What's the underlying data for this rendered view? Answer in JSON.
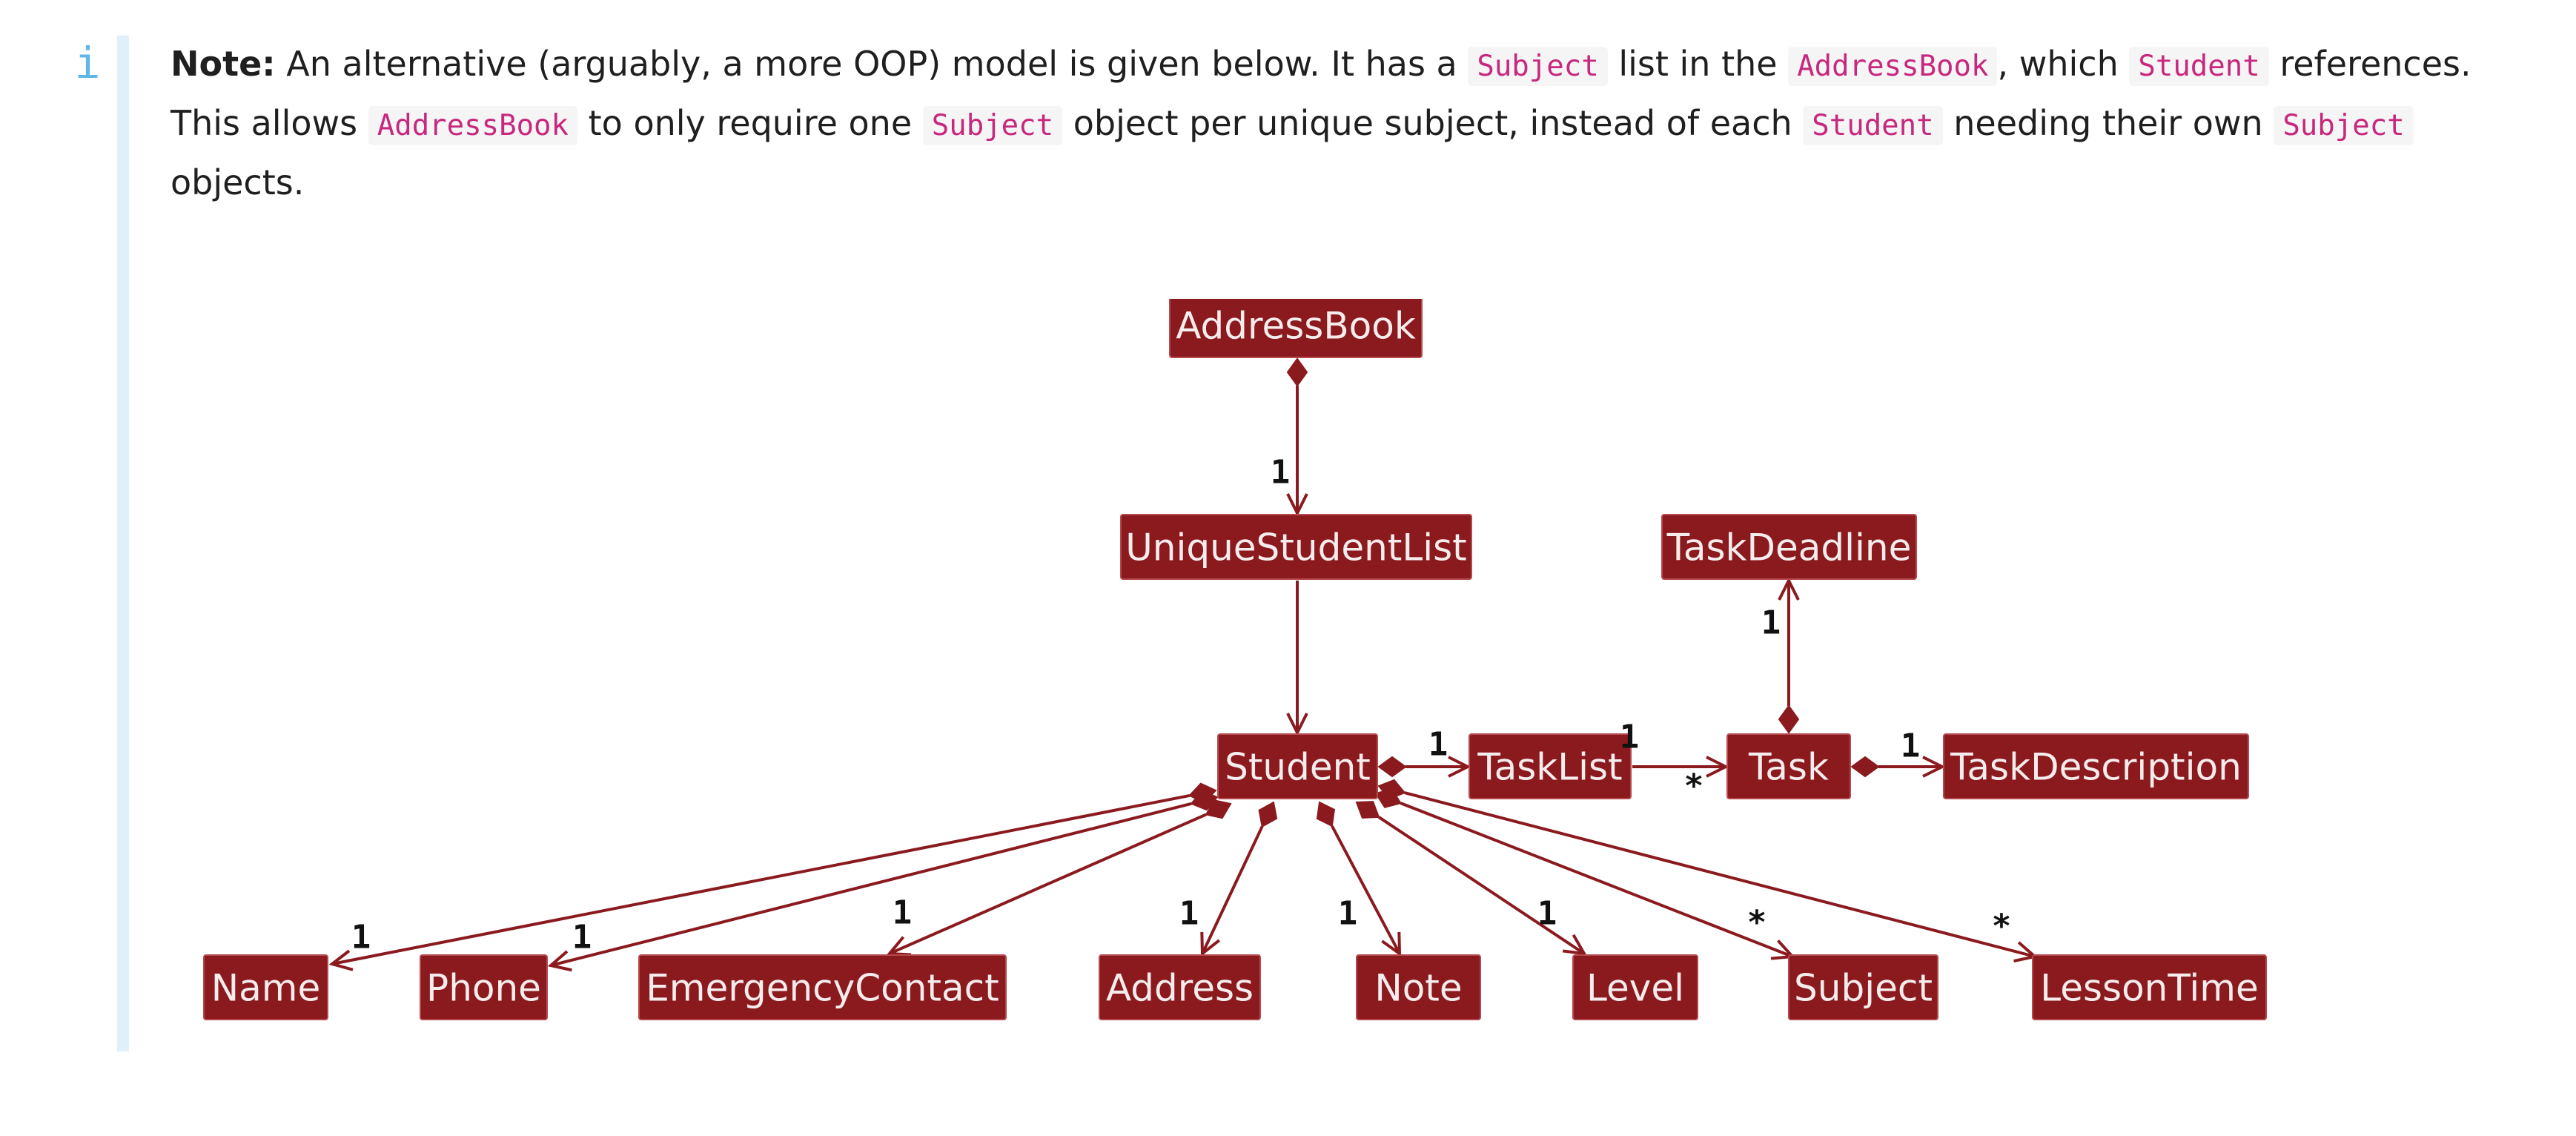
{
  "callout": {
    "icon": "i",
    "icon_name": "info-icon",
    "bar_color": "#dff0fb",
    "note_label": "Note:",
    "line1": {
      "t1": " An alternative (arguably, a more OOP) model is given below. It has a ",
      "c1": "Subject",
      "t2": " list in the ",
      "c2": "AddressBook",
      "t3": ", which ",
      "c3": "Student",
      "t4": " references."
    },
    "line2": {
      "t1": "This allows ",
      "c1": "AddressBook",
      "t2": " to only require one ",
      "c2": "Subject",
      "t3": " object per unique subject, instead of each ",
      "c3": "Student",
      "t4": " needing their own ",
      "c4": "Subject"
    },
    "line3": {
      "t1": "objects."
    }
  },
  "diagram": {
    "colors": {
      "node_fill": "#8b1a1f",
      "node_text": "#f5ecec",
      "edge": "#8b1a1f",
      "multiplicity": "#111111"
    },
    "nodes": [
      {
        "id": "AddressBook",
        "label": "AddressBook"
      },
      {
        "id": "UniqueStudentList",
        "label": "UniqueStudentList"
      },
      {
        "id": "TaskDeadline",
        "label": "TaskDeadline"
      },
      {
        "id": "Student",
        "label": "Student"
      },
      {
        "id": "TaskList",
        "label": "TaskList"
      },
      {
        "id": "Task",
        "label": "Task"
      },
      {
        "id": "TaskDescription",
        "label": "TaskDescription"
      },
      {
        "id": "Name",
        "label": "Name"
      },
      {
        "id": "Phone",
        "label": "Phone"
      },
      {
        "id": "EmergencyContact",
        "label": "EmergencyContact"
      },
      {
        "id": "Address",
        "label": "Address"
      },
      {
        "id": "Note",
        "label": "Note"
      },
      {
        "id": "Level",
        "label": "Level"
      },
      {
        "id": "Subject",
        "label": "Subject"
      },
      {
        "id": "LessonTime",
        "label": "LessonTime"
      }
    ],
    "edges": [
      {
        "from": "AddressBook",
        "to": "UniqueStudentList",
        "kind": "composition",
        "multiplicity": "1"
      },
      {
        "from": "UniqueStudentList",
        "to": "Student",
        "kind": "association",
        "multiplicity": ""
      },
      {
        "from": "Student",
        "to": "TaskList",
        "kind": "composition",
        "multiplicity": "1"
      },
      {
        "from": "TaskList",
        "to": "Task",
        "kind": "association",
        "multiplicity": "*",
        "source_multiplicity": "1"
      },
      {
        "from": "Task",
        "to": "TaskDeadline",
        "kind": "composition",
        "multiplicity": "1"
      },
      {
        "from": "Task",
        "to": "TaskDescription",
        "kind": "composition",
        "multiplicity": "1"
      },
      {
        "from": "Student",
        "to": "Name",
        "kind": "composition",
        "multiplicity": "1"
      },
      {
        "from": "Student",
        "to": "Phone",
        "kind": "composition",
        "multiplicity": "1"
      },
      {
        "from": "Student",
        "to": "EmergencyContact",
        "kind": "composition",
        "multiplicity": "1"
      },
      {
        "from": "Student",
        "to": "Address",
        "kind": "composition",
        "multiplicity": "1"
      },
      {
        "from": "Student",
        "to": "Note",
        "kind": "composition",
        "multiplicity": "1"
      },
      {
        "from": "Student",
        "to": "Level",
        "kind": "composition",
        "multiplicity": "1"
      },
      {
        "from": "Student",
        "to": "Subject",
        "kind": "composition",
        "multiplicity": "*"
      },
      {
        "from": "Student",
        "to": "LessonTime",
        "kind": "composition",
        "multiplicity": "*"
      }
    ]
  }
}
